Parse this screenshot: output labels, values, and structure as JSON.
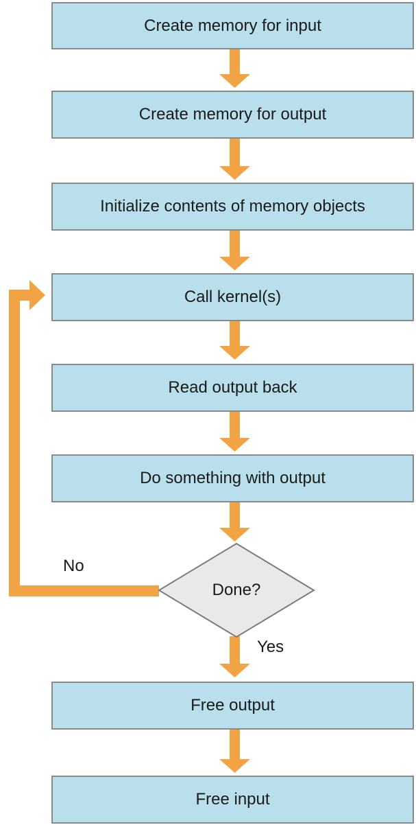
{
  "colors": {
    "background": "#ffffff",
    "box_fill": "#b9dfec",
    "box_border": "#898989",
    "diamond_fill": "#e9e9e9",
    "diamond_border": "#7b7b7b",
    "arrow": "#f2a444",
    "text": "#1a1a1a"
  },
  "flow": {
    "steps": [
      "Create memory for input",
      "Create memory for output",
      "Initialize contents of memory objects",
      "Call kernel(s)",
      "Read output back",
      "Do something with output"
    ],
    "decision": "Done?",
    "branch_no": "No",
    "branch_yes": "Yes",
    "final": [
      "Free output",
      "Free input"
    ]
  }
}
